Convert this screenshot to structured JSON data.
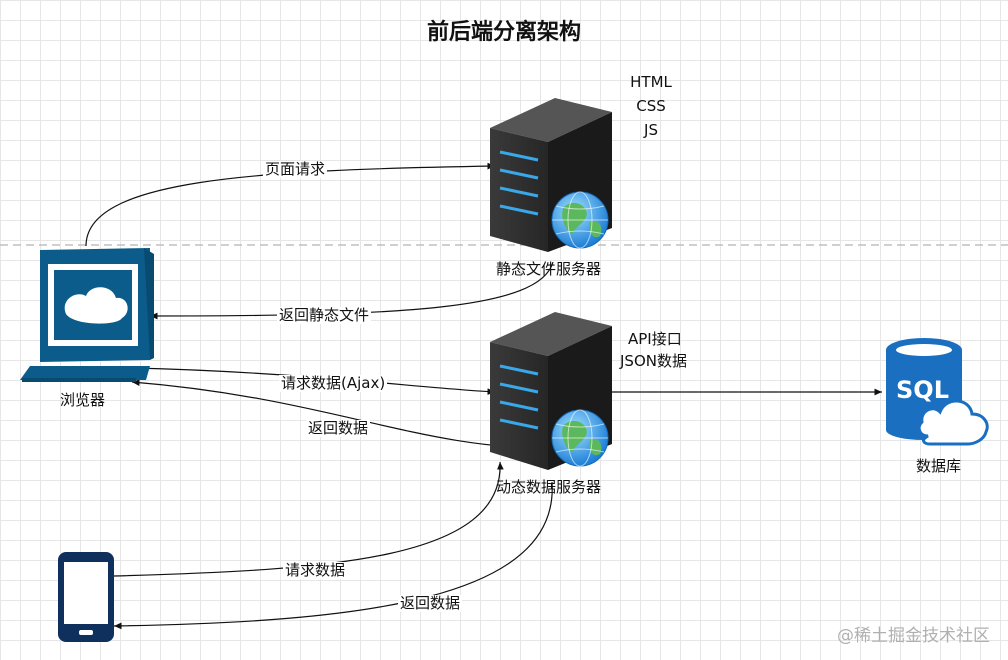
{
  "title": "前后端分离架构",
  "nodes": {
    "browser": "浏览器",
    "static_server": "静态文件服务器",
    "dynamic_server": "动态数据服务器",
    "database": "数据库",
    "database_badge": "SQL"
  },
  "static_files": [
    "HTML",
    "CSS",
    "JS"
  ],
  "api_notes": [
    "API接口",
    "JSON数据"
  ],
  "edges": {
    "page_request": "页面请求",
    "return_static": "返回静态文件",
    "request_ajax": "请求数据(Ajax)",
    "return_data_browser": "返回数据",
    "request_data_mobile": "请求数据",
    "return_data_mobile": "返回数据"
  },
  "watermark": "@稀土掘金技术社区",
  "colors": {
    "browser_blue": "#0b5c8a",
    "phone_navy": "#0f2f5c",
    "db_blue": "#1a6fc0",
    "server_dark": "#2b2b2b",
    "server_accent": "#3aa8e8"
  }
}
